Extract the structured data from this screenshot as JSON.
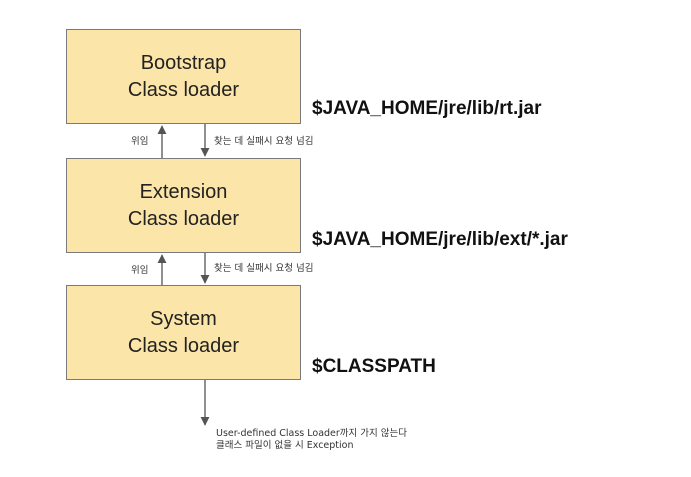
{
  "loaders": [
    {
      "line1": "Bootstrap",
      "line2": "Class loader",
      "path": "$JAVA_HOME/jre/lib/rt.jar"
    },
    {
      "line1": "Extension",
      "line2": "Class loader",
      "path": "$JAVA_HOME/jre/lib/ext/*.jar"
    },
    {
      "line1": "System",
      "line2": "Class loader",
      "path": "$CLASSPATH"
    }
  ],
  "arrows": {
    "delegate_label": "위임",
    "fallback_label": "찾는 데 실패시 요청 넘김"
  },
  "footnote": {
    "line1": "User-defined Class Loader까지 가지 않는다",
    "line2": "클래스 파일이 없을 시 Exception"
  },
  "colors": {
    "box_fill": "#fce5a8",
    "box_border": "#7a7a7a",
    "arrow": "#555555"
  }
}
